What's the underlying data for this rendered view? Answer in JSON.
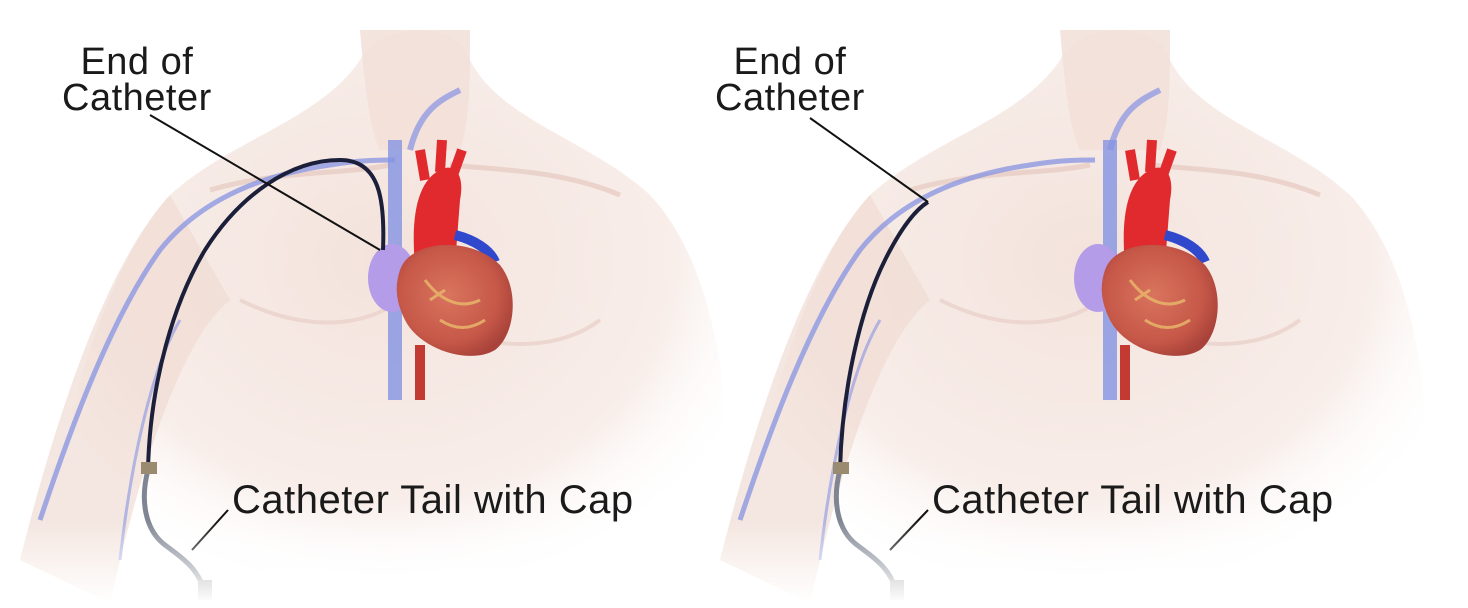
{
  "panels": [
    {
      "end_label_line1": "End of",
      "end_label_line2": "Catheter",
      "tail_label": "Catheter Tail with Cap"
    },
    {
      "end_label_line1": "End of",
      "end_label_line2": "Catheter",
      "tail_label": "Catheter Tail with Cap"
    }
  ],
  "colors": {
    "skin": "#f3e2dc",
    "vein": "#7f8fe0",
    "catheter": "#1c1f3a",
    "heart": "#c8574a",
    "aorta": "#e0242a",
    "vena_cava": "#3450c8",
    "atrium": "#b59ce8"
  }
}
